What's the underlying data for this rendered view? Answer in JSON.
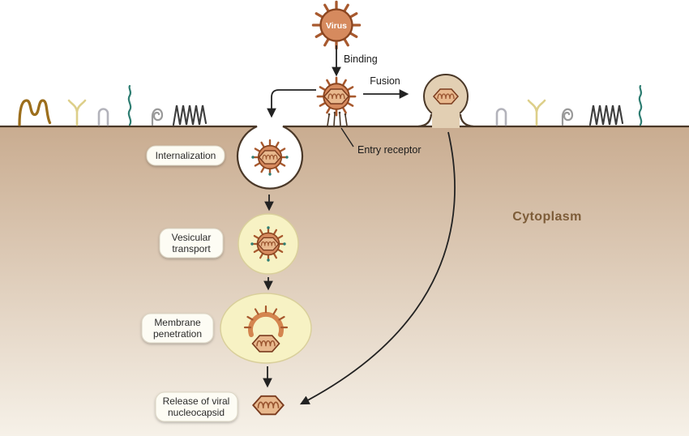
{
  "labels": {
    "virus": "Virus",
    "binding": "Binding",
    "fusion": "Fusion",
    "entry_receptor": "Entry receptor",
    "internalization": "Internalization",
    "vesicular_transport": [
      "Vesicular",
      "transport"
    ],
    "membrane_penetration": [
      "Membrane",
      "penetration"
    ],
    "release_nucleocapsid": [
      "Release of viral",
      "nucleocapsid"
    ],
    "cytoplasm": "Cytoplasm"
  },
  "palette": {
    "virus_body": "#d68a5e",
    "virus_outline": "#8a4520",
    "spike": "#a8592e",
    "capsid_fill": "#e8b88d",
    "capsid_outline": "#7a3b1e",
    "vesicle_fill": "#f7f2c4",
    "vesicle_outline": "#d9cf9b",
    "membrane_line": "#4a3828",
    "fusion_envelope": "#e2cfb3",
    "cytoplasm_top": "#c9ac90",
    "cytoplasm_bottom": "#f6f1e8",
    "cytoplasm_label": "#7d5c38",
    "arrow": "#222222",
    "label_box": "#fdfcf4",
    "label_text": "#2b2b2b",
    "receptor_teal": "#2e7d72",
    "receptor_gold": "#9c6e1c",
    "receptor_yellow": "#ddcf8a",
    "receptor_gray": "#b3b3bb",
    "receptor_dark": "#3d3d3d"
  }
}
